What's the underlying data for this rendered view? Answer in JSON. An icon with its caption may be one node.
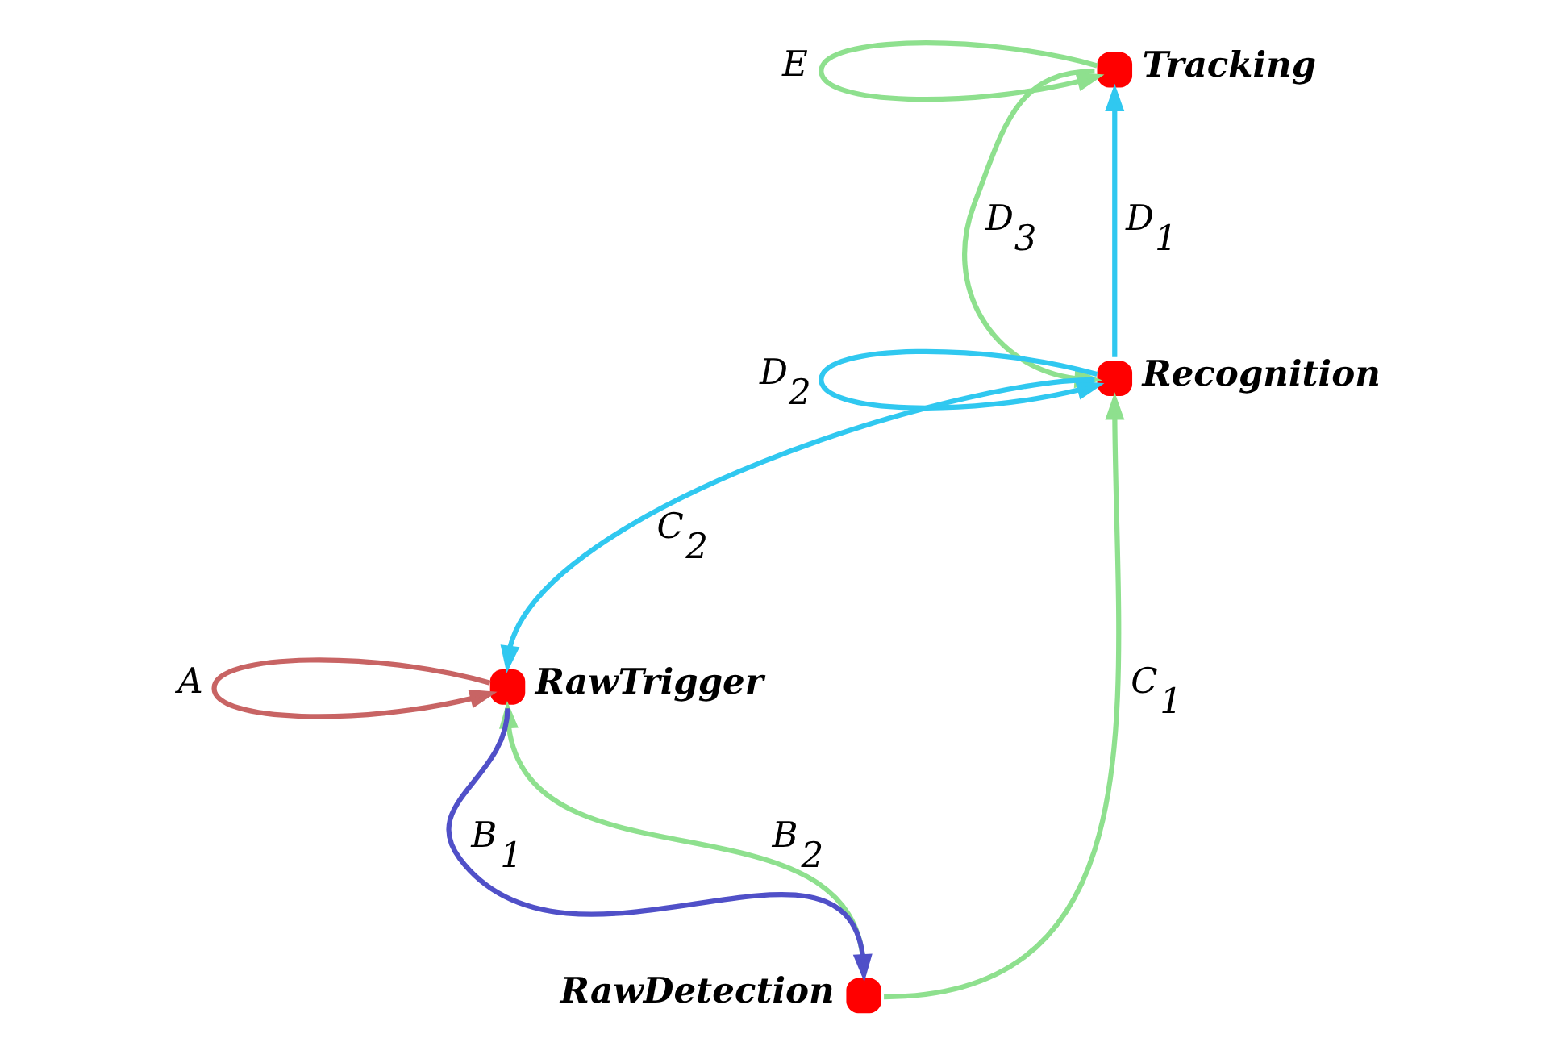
{
  "diagram": {
    "nodes": [
      {
        "text": [
          "Tracking"
        ]
      },
      {
        "text": [
          "Recognition"
        ]
      },
      {
        "text": [
          "RawDetection"
        ]
      },
      {
        "text": [
          "RawTrigger"
        ]
      }
    ],
    "edges": [
      {
        "from": 3,
        "to": 3,
        "arrow": "to",
        "label": "A",
        "color": "#c86464"
      },
      {
        "from": 3,
        "to": 2,
        "arrow": "to",
        "label": "B$_{1}$",
        "color": "#5050c8"
      },
      {
        "from": 2,
        "to": 3,
        "arrow": "to",
        "label": "B$_{2}$"
      },
      {
        "from": 2,
        "to": 1,
        "arrow": "to",
        "label": "C$_{1}$"
      },
      {
        "from": 1,
        "to": 3,
        "arrow": "to",
        "label": "C$_{2}$",
        "color": "#30c8f0"
      },
      {
        "from": 1,
        "to": 0,
        "arrow": "to",
        "label": "D$_{1}$",
        "color": "#30c8f0"
      },
      {
        "from": 1,
        "to": 1,
        "arrow": "to",
        "label": "D$_{2}$",
        "color": "#30c8f0"
      },
      {
        "from": 0,
        "to": 1,
        "arrow": "to",
        "label": "D$_{3}$"
      },
      {
        "from": 0,
        "to": 0,
        "arrow": "to",
        "label": "E"
      }
    ]
  }
}
